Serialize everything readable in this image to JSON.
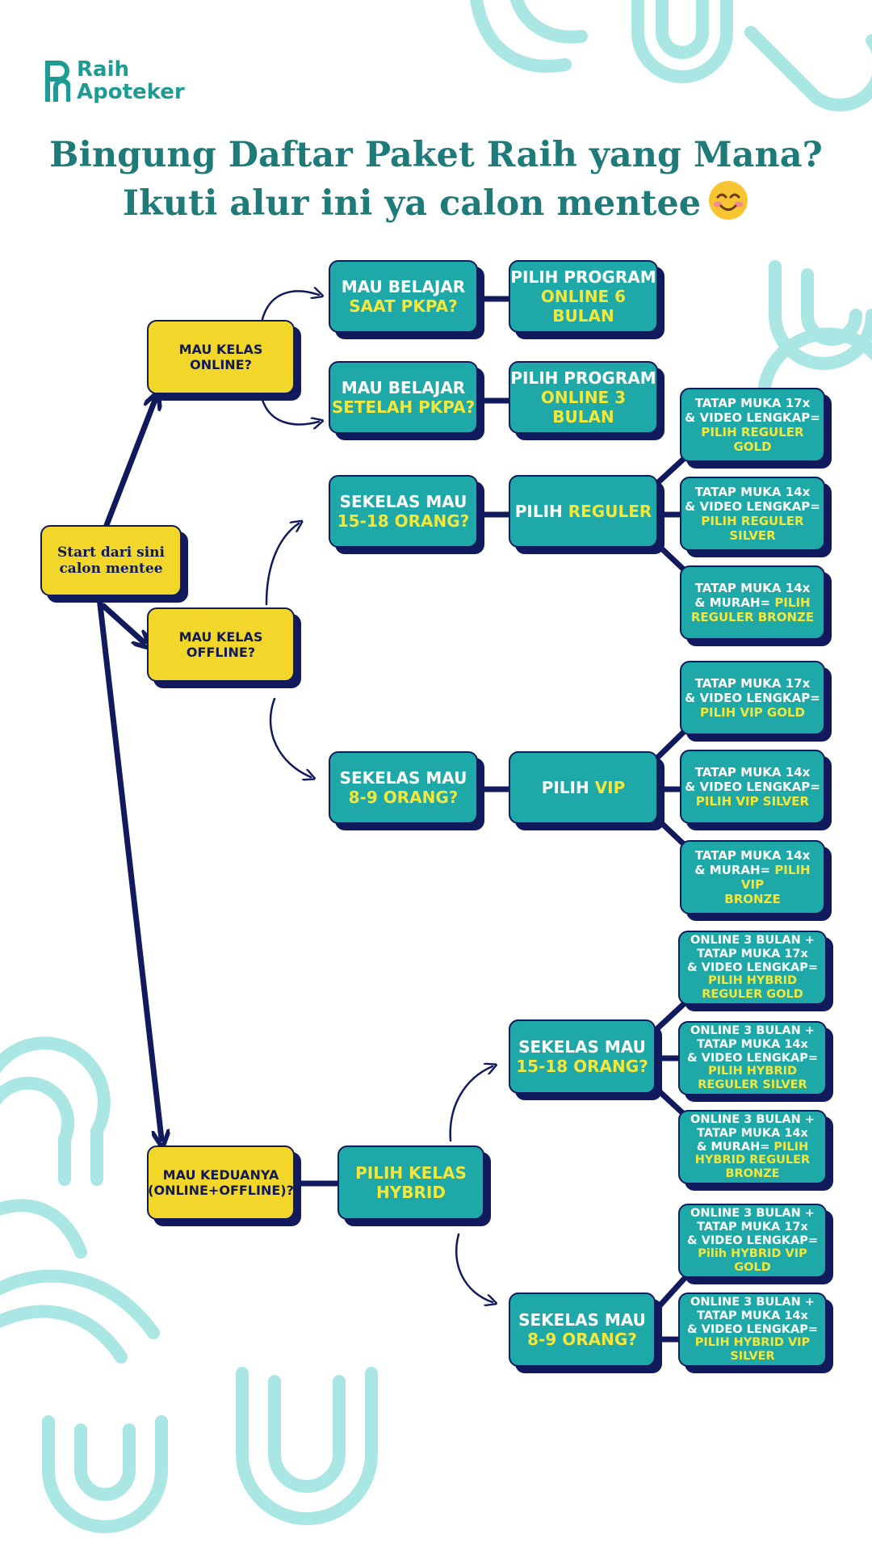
{
  "brand": {
    "line1": "Raih",
    "line2": "Apoteker",
    "color": "#1d9c94"
  },
  "title": {
    "line1": "Bingung Daftar Paket Raih yang Mana?",
    "line2": "Ikuti alur ini ya calon mentee"
  },
  "colors": {
    "teal": "#1ea8a8",
    "yellow": "#f2d72a",
    "highlight": "#f3e73b",
    "dark": "#101a5c",
    "deco": "#a9e6e4"
  },
  "nodes": {
    "start": {
      "text": "Start dari sini calon mentee"
    },
    "online_q": {
      "text": "MAU KELAS ONLINE?"
    },
    "offline_q": {
      "text": "MAU KELAS OFFLINE?"
    },
    "hybrid_q": {
      "line1": "MAU KEDUANYA",
      "line2": "(ONLINE+OFFLINE)?"
    },
    "pkpa_q": {
      "line1": "MAU BELAJAR",
      "line2": "SAAT PKPA?"
    },
    "after_pkpa_q": {
      "line1": "MAU BELAJAR",
      "line2": "SETELAH PKPA?"
    },
    "online6": {
      "line1": "PILIH PROGRAM",
      "line2": "ONLINE 6 BULAN"
    },
    "online3": {
      "line1": "PILIH PROGRAM",
      "line2": "ONLINE 3 BULAN"
    },
    "off_1518_q": {
      "line1": "SEKELAS MAU",
      "line2": "15-18 ORANG?"
    },
    "off_89_q": {
      "line1": "SEKELAS MAU",
      "line2": "8-9 ORANG?"
    },
    "pilih_reguler": {
      "pre": "PILIH ",
      "hl": "REGULER"
    },
    "pilih_vip": {
      "pre": "PILIH ",
      "hl": "VIP"
    },
    "reg_gold": {
      "line1": "TATAP MUKA 17x",
      "line2": "& VIDEO LENGKAP=",
      "hl": "PILIH REGULER GOLD"
    },
    "reg_silver": {
      "line1": "TATAP MUKA 14x",
      "line2": "& VIDEO LENGKAP=",
      "hl": "PILIH REGULER SILVER"
    },
    "reg_bronze": {
      "line1": "TATAP MUKA 14x",
      "line2pre": "& MURAH= ",
      "line2hl": "PILIH",
      "line3": "REGULER BRONZE"
    },
    "vip_gold": {
      "line1": "TATAP MUKA 17x",
      "line2": "& VIDEO LENGKAP=",
      "hl": "PILIH VIP GOLD"
    },
    "vip_silver": {
      "line1": "TATAP MUKA 14x",
      "line2": "& VIDEO LENGKAP=",
      "hl": "PILIH VIP SILVER"
    },
    "vip_bronze": {
      "line1": "TATAP MUKA 14x",
      "line2pre": "& MURAH= ",
      "line2hl": "PILIH VIP",
      "line3": "BRONZE"
    },
    "pilih_hybrid": {
      "line1": "PILIH KELAS",
      "line2": "HYBRID"
    },
    "hyb_1518_q": {
      "line1": "SEKELAS MAU",
      "line2": "15-18 ORANG?"
    },
    "hyb_89_q": {
      "line1": "SEKELAS MAU",
      "line2": "8-9 ORANG?"
    },
    "hyb_reg_gold": {
      "line1": "ONLINE 3 BULAN +",
      "line2": "TATAP MUKA 17x",
      "line3": "& VIDEO LENGKAP=",
      "hl1": "PILIH HYBRID",
      "hl2": "REGULER GOLD"
    },
    "hyb_reg_silver": {
      "line1": "ONLINE 3 BULAN +",
      "line2": "TATAP MUKA 14x",
      "line3": "& VIDEO LENGKAP=",
      "hl1": "PILIH HYBRID",
      "hl2": "REGULER SILVER"
    },
    "hyb_reg_bronze": {
      "line1": "ONLINE 3 BULAN +",
      "line2": "TATAP MUKA 14x",
      "line3pre": "& MURAH= ",
      "line3hl": "PILIH",
      "hl1": "HYBRID REGULER",
      "hl2": "BRONZE"
    },
    "hyb_vip_gold": {
      "line1": "ONLINE 3 BULAN +",
      "line2": "TATAP MUKA 17x",
      "line3": "& VIDEO LENGKAP=",
      "hl1": "Pilih HYBRID VIP",
      "hl2": "GOLD"
    },
    "hyb_vip_silver": {
      "line1": "ONLINE 3 BULAN +",
      "line2": "TATAP MUKA 14x",
      "line3": "& VIDEO LENGKAP=",
      "hl1": "PILIH HYBRID VIP",
      "hl2": "SILVER"
    }
  }
}
